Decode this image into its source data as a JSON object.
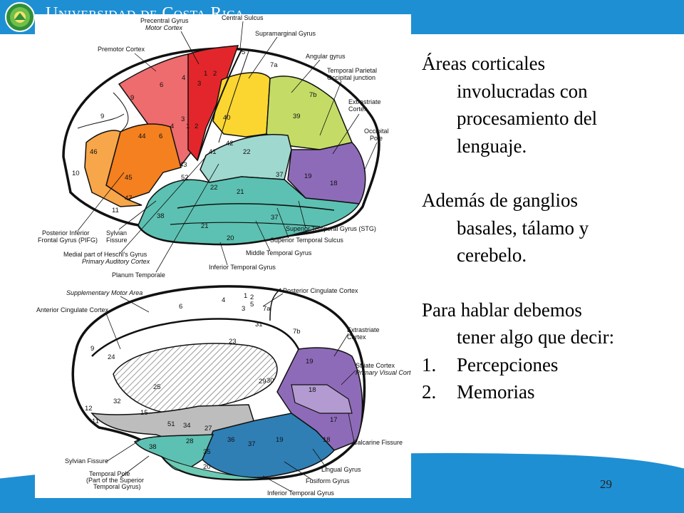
{
  "header": {
    "title": "Universidad de Costa Rica"
  },
  "slide": {
    "paragraphs": [
      {
        "lines": [
          "Áreas corticales",
          "involucradas con",
          "procesamiento del",
          "lenguaje."
        ]
      },
      {
        "lines": [
          "Además de ganglios",
          "basales, tálamo y",
          "cerebelo."
        ]
      },
      {
        "lines": [
          "Para hablar debemos",
          "tener algo que decir:"
        ]
      }
    ],
    "list": [
      {
        "num": "1.",
        "text": "Percepciones"
      },
      {
        "num": "2.",
        "text": "Memorias"
      }
    ],
    "page_number": "29"
  },
  "figure": {
    "lateral_labels": {
      "precentral": "Precentral Gyrus",
      "motor_cortex": "Motor Cortex",
      "central_sulcus": "Central Sulcus",
      "supramarginal": "Supramarginal Gyrus",
      "premotor": "Premotor Cortex",
      "angular": "Angular gyrus",
      "temporal_parietal_1": "Temporal Parietal",
      "temporal_parietal_2": "Occipital junction",
      "extrastriate_1": "Extrastriate",
      "extrastriate_2": "Cortex",
      "occipital_1": "Occipital",
      "occipital_2": "Pole",
      "pifg_1": "Posterior Inferior",
      "pifg_2": "Frontal Gyrus (PIFG)",
      "sylvian_1": "Sylvian",
      "sylvian_2": "Fissure",
      "stg": "Superior Temporal Gyrus (STG)",
      "sts": "Superior Temporal Sulcus",
      "heschl_1": "Medial part of Heschl's Gyrus",
      "heschl_2": "Primary Auditory Cortex",
      "mtg": "Middle Temporal Gyrus",
      "itg": "Inferior Temporal Gyrus",
      "planum": "Planum Temporale"
    },
    "medial_labels": {
      "sma": "Supplementary Motor Area",
      "pcc": "Posterior Cingulate Cortex",
      "acc": "Anterior Cingulate Cortex",
      "extrastriate_1": "Extrastriate",
      "extrastriate_2": "Cortex",
      "striate_1": "Striate Cortex",
      "striate_2": "Primary Visual Cortex",
      "sylvian": "Sylvian Fissure",
      "calcarine": "Calcarine Fissure",
      "tpole_1": "Temporal Pole",
      "tpole_2": "(Part of the Superior",
      "tpole_3": "Temporal Gyrus)",
      "lingual": "Lingual Gyrus",
      "fusiform": "Fusiform Gyrus",
      "itg": "Inferior Temporal Gyrus"
    },
    "lateral_areas": {
      "a6a": "6",
      "a4a": "4",
      "a1": "1",
      "a2": "2",
      "a3": "3",
      "a5": "5",
      "a7a": "7a",
      "a9": "9",
      "a9b": "9",
      "a40": "40",
      "a7b": "7b",
      "a39": "39",
      "a6b": "6",
      "a4b": "4",
      "a3b": "3",
      "a1b": "1",
      "a2b": "2",
      "a44": "44",
      "a46": "46",
      "a10": "10",
      "a45": "45",
      "a41": "41",
      "a42": "42",
      "a22": "22",
      "a43": "43",
      "a52": "52",
      "a22b": "22",
      "a37": "37",
      "a19": "19",
      "a18": "18",
      "a47": "47",
      "a21": "21",
      "a11": "11",
      "a38": "38",
      "a37b": "37",
      "a21b": "21",
      "a20": "20"
    },
    "medial_areas": {
      "m6": "6",
      "m4": "4",
      "m3": "3",
      "m1": "1",
      "m2": "2",
      "m5": "5",
      "m7a": "7a",
      "m31": "31",
      "m7b": "7b",
      "m23": "23",
      "m9": "9",
      "m24": "24",
      "m19": "19",
      "m25": "25",
      "m29": "29",
      "m30": "30",
      "m18": "18",
      "m32": "32",
      "m12": "12",
      "m15": "15",
      "m17": "17",
      "m11": "11",
      "m51": "51",
      "m34": "34",
      "m27": "27",
      "m28": "28",
      "m36": "36",
      "m37": "37",
      "m19b": "19",
      "m35": "35",
      "m38": "38",
      "m18b": "18",
      "m20": "20"
    }
  },
  "colors": {
    "header_blue": "#1f8fd3",
    "red": "#e3262b",
    "pink": "#ee6b6e",
    "orange": "#f4801f",
    "light_orange": "#f7a64a",
    "yellow": "#fbd630",
    "lime": "#c4dc66",
    "purple": "#8e6bb8",
    "teal": "#5cc1b2",
    "light_teal": "#9fd8cf",
    "blue": "#2f7fb4",
    "gray": "#bdbdbd"
  }
}
